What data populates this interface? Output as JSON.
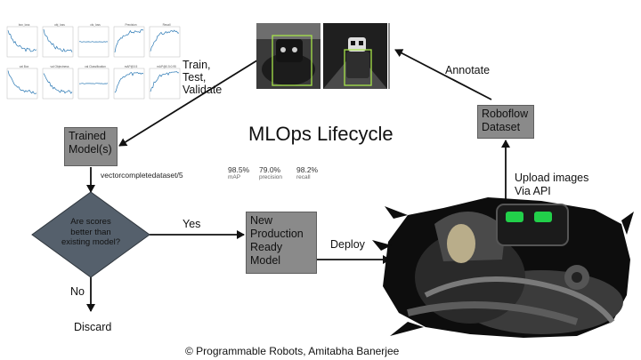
{
  "title": "MLOps Lifecycle",
  "nodes": {
    "trained_models": "Trained Model(s)",
    "roboflow_dataset": "Roboflow Dataset",
    "new_production_model": "New Production Ready Model",
    "decision": "Are scores better than existing model?",
    "discard": "Discard"
  },
  "edges": {
    "train_test_validate": "Train, Test, Validate",
    "annotate": "Annotate",
    "upload_images": "Upload images Via API",
    "yes": "Yes",
    "no": "No",
    "deploy": "Deploy"
  },
  "dataset_version": "vectorcompletedataset/5",
  "metrics": [
    {
      "value": "98.5%",
      "label": "mAP"
    },
    {
      "value": "79.0%",
      "label": "precision"
    },
    {
      "value": "98.2%",
      "label": "recall"
    }
  ],
  "training_plot_titles": [
    "box_loss",
    "obj_loss",
    "cls_loss",
    "Precision",
    "Recall",
    "val Box",
    "val Objectness",
    "val Classification",
    "mAP@0.5",
    "mAP@0.5:0.95"
  ],
  "copyright": "© Programmable Robots, Amitabha Banerjee",
  "colors": {
    "box_fill": "#8a8a8a",
    "arrow": "#111111",
    "decision_fill": "#55606c",
    "plot_line": "#2a78b4",
    "detect_box": "#a7e34a",
    "robot_eye": "#22d04a"
  }
}
